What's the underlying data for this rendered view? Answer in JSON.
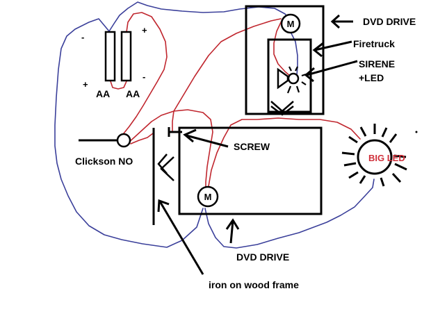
{
  "diagram": {
    "title": "Firetruck sirene wiring diagram",
    "wire_colors": {
      "positive": "#c0262e",
      "negative": "#3a3f9a"
    },
    "label_color": "#000000",
    "led_label_color": "#d0303a",
    "batteries": {
      "labels": [
        "AA",
        "AA"
      ],
      "polarity_left": {
        "top": "-",
        "bottom": "+"
      },
      "polarity_right": {
        "top": "+",
        "bottom": "-"
      }
    },
    "switch": {
      "label": "Clickson NO"
    },
    "screw": {
      "label": "SCREW"
    },
    "frame": {
      "label": "iron on wood frame"
    },
    "dvd_drive_top": {
      "label": "DVD DRIVE",
      "motor_label": "M"
    },
    "firetruck": {
      "label": "Firetruck"
    },
    "sirene": {
      "label_line1": "SIRENE",
      "label_line2": "+LED"
    },
    "dvd_drive_bottom": {
      "label": "DVD DRIVE",
      "motor_label": "M"
    },
    "big_led": {
      "label": "BIG LED"
    }
  }
}
